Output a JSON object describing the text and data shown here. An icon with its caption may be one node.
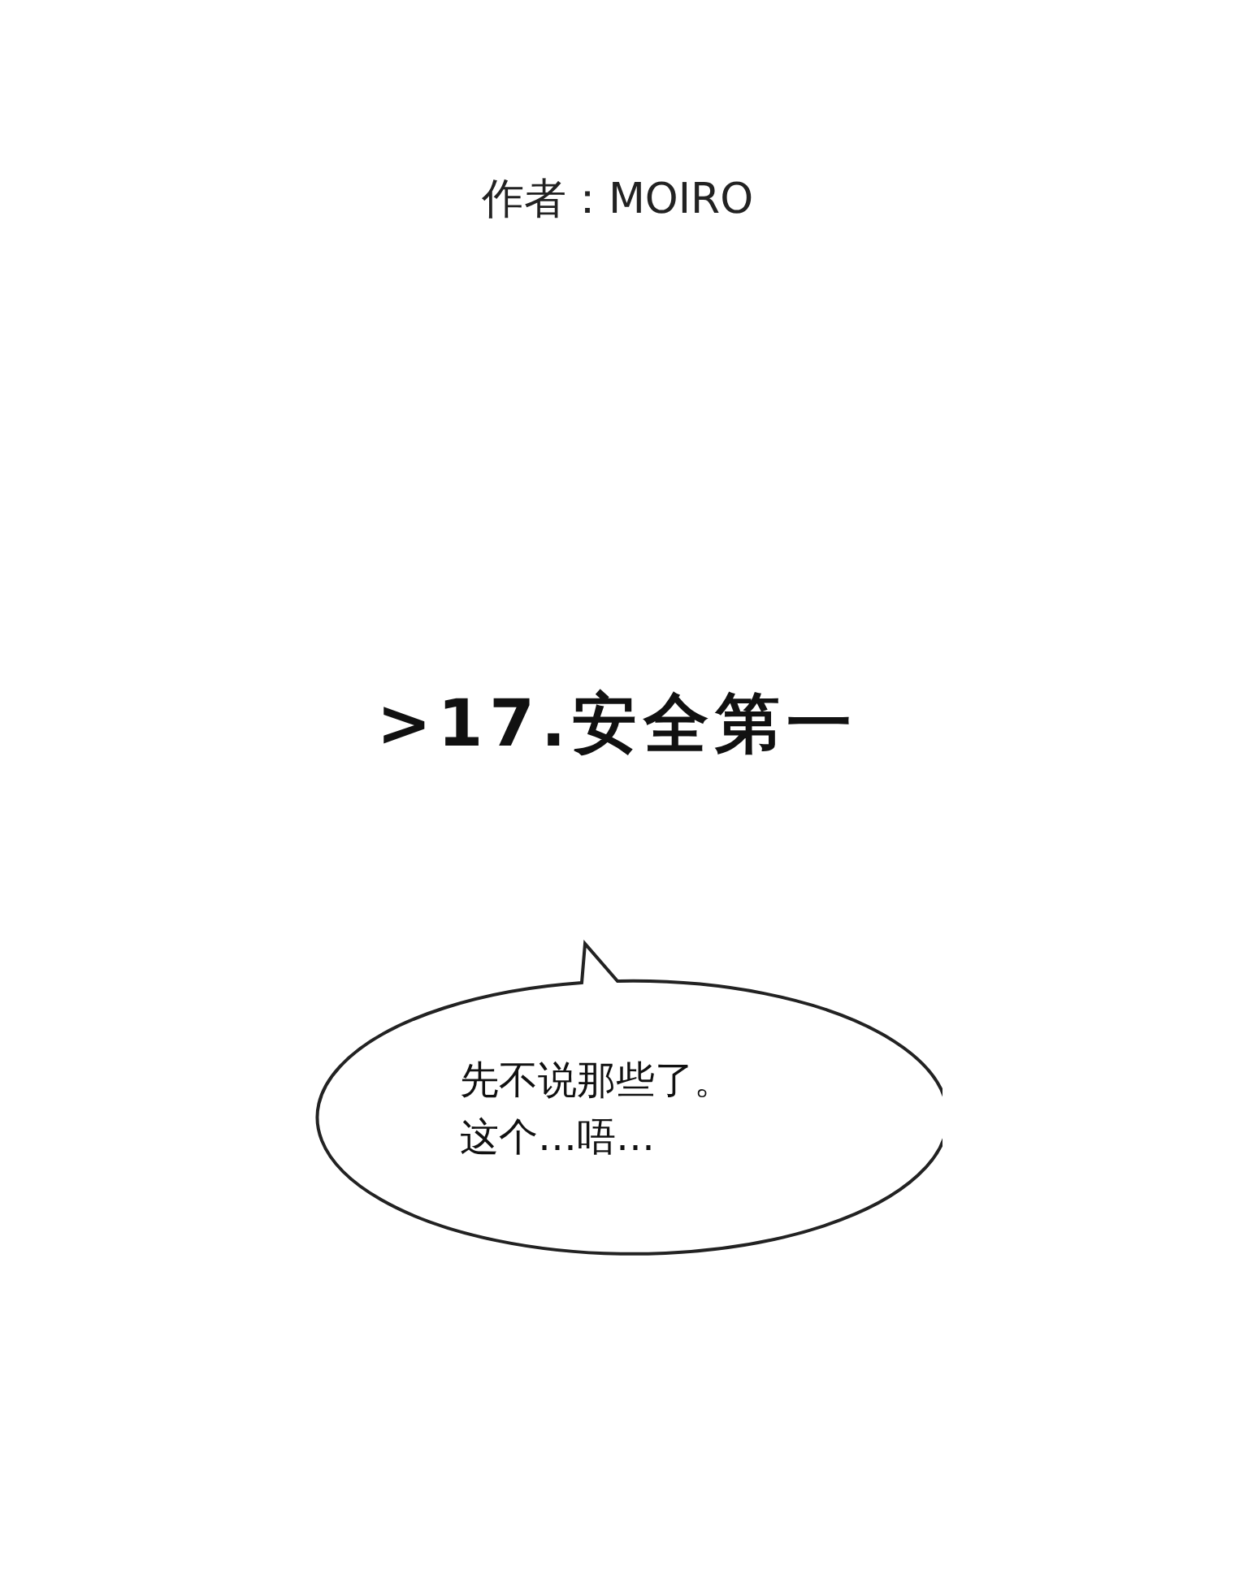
{
  "diagram": {
    "title": ">17.安全第一",
    "nodes": [
      {
        "text": [
          "先不说那些了。这个…唔…"
        ]
      }
    ],
    "labels": [
      "作者：MOIRO"
    ]
  }
}
